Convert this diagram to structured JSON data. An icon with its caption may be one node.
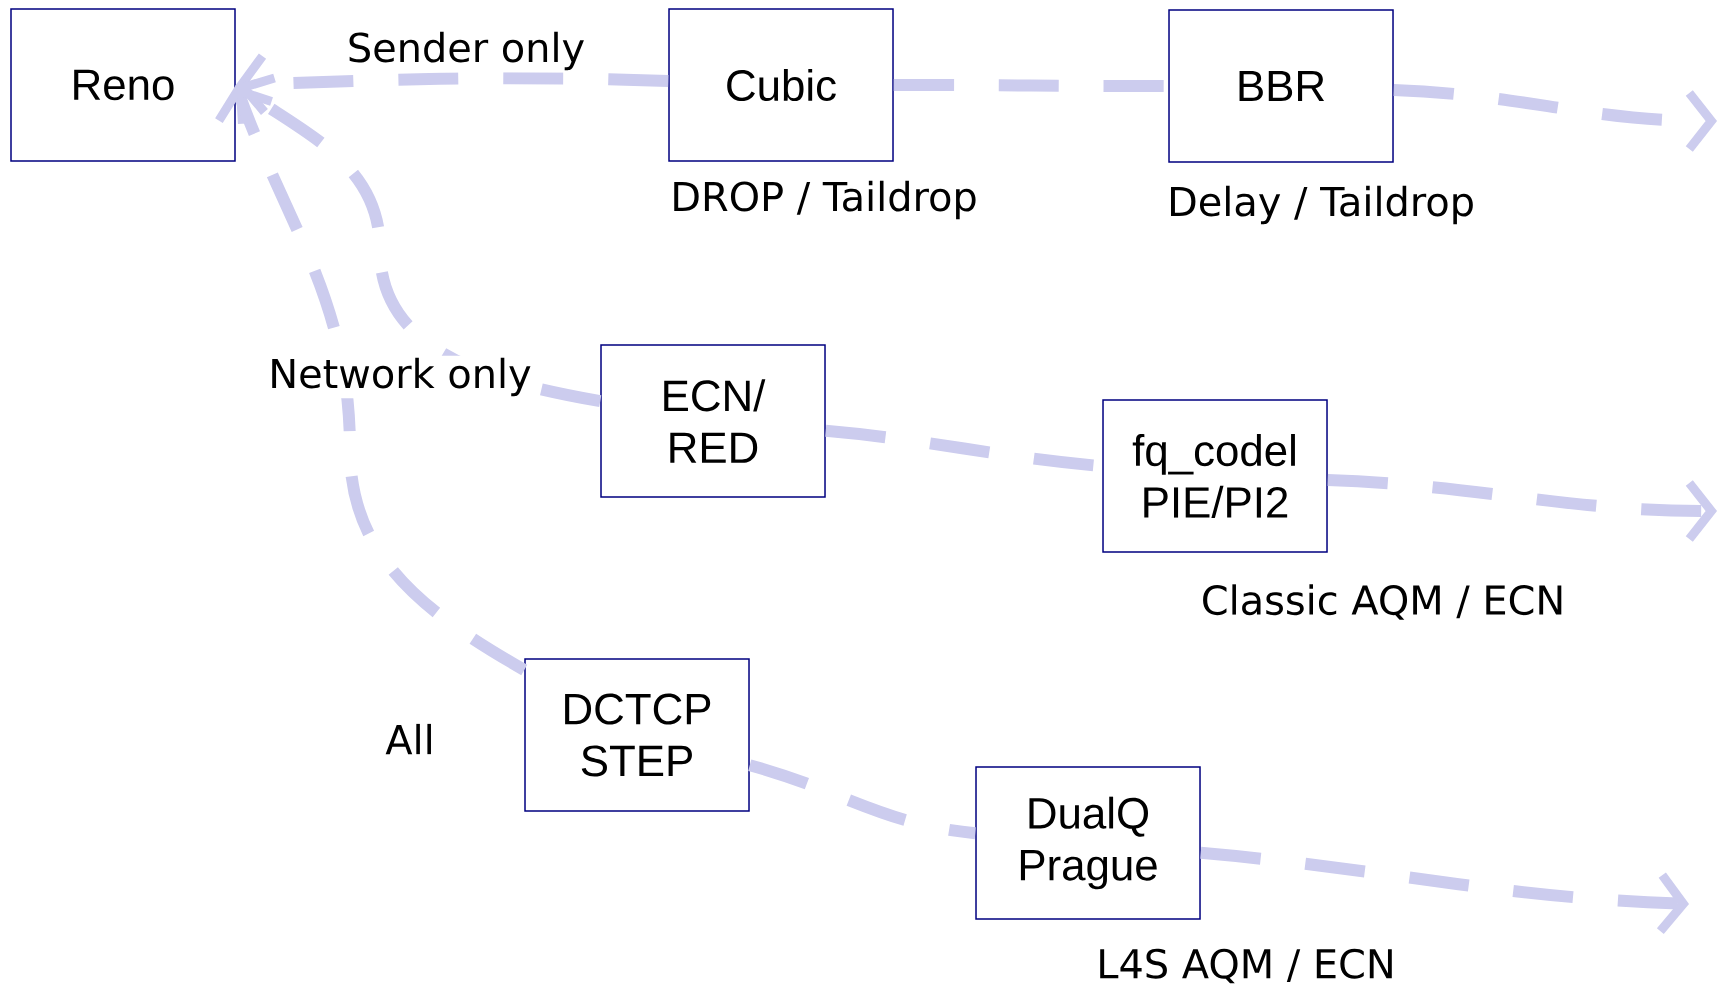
{
  "diagram": {
    "nodes": [
      {
        "text": [
          "Reno"
        ]
      },
      {
        "text": [
          "Cubic"
        ],
        "beside": [
          "DROP / Taildrop"
        ]
      },
      {
        "text": [
          "BBR"
        ],
        "beside": [
          "Delay / Taildrop"
        ]
      },
      {
        "text": [
          "ECN/ RED"
        ]
      },
      {
        "text": [
          "fq_codel PIE/PI2"
        ],
        "beside": [
          "Classic AQM / ECN"
        ]
      },
      {
        "text": [
          "DCTCP STEP"
        ]
      },
      {
        "text": [
          "DualQ Prague"
        ],
        "beside": [
          "L4S AQM / ECN"
        ]
      }
    ],
    "edges": [
      {
        "from": 1,
        "to": 0,
        "arrow": "to",
        "label": "Sender only"
      },
      {
        "from": 3,
        "to": 0,
        "arrow": "to",
        "label": "Network only"
      },
      {
        "from": 5,
        "to": 0,
        "arrow": "to",
        "label": "All"
      },
      {
        "from": 1,
        "to": 2,
        "arrow": "none"
      },
      {
        "from": 2,
        "to": null,
        "arrow": "to"
      },
      {
        "from": 3,
        "to": 4,
        "arrow": "none"
      },
      {
        "from": 4,
        "to": null,
        "arrow": "to"
      },
      {
        "from": 5,
        "to": 6,
        "arrow": "none"
      },
      {
        "from": 6,
        "to": null,
        "arrow": "to"
      }
    ]
  }
}
